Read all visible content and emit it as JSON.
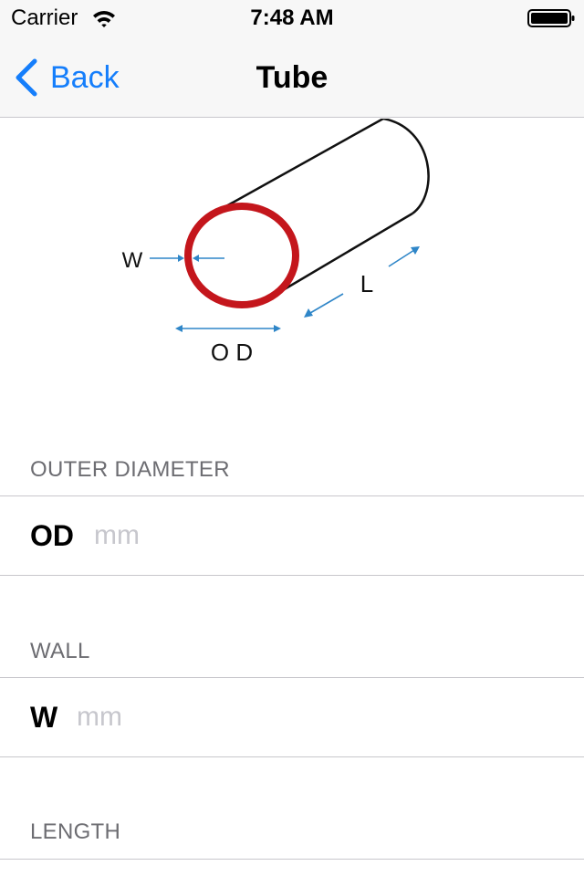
{
  "status_bar": {
    "carrier": "Carrier",
    "time": "7:48 AM",
    "icons": [
      "wifi-icon",
      "battery-icon"
    ]
  },
  "nav": {
    "back_label": "Back",
    "title": "Tube",
    "back_icon": "chevron-left-icon"
  },
  "diagram": {
    "wall_label": "W",
    "length_label": "L",
    "od_label": "O D"
  },
  "sections": {
    "outer_diameter": {
      "header": "OUTER DIAMETER",
      "label": "OD",
      "placeholder": "mm",
      "value": ""
    },
    "wall": {
      "header": "WALL",
      "label": "W",
      "placeholder": "mm",
      "value": ""
    },
    "length": {
      "header": "LENGTH"
    }
  },
  "colors": {
    "accent": "#157efb",
    "ring": "#c4161c",
    "dimension_arrows": "#2f86c8",
    "section_header": "#6d6d72",
    "placeholder": "#c7c7cd",
    "separator": "#c8c7cc"
  }
}
